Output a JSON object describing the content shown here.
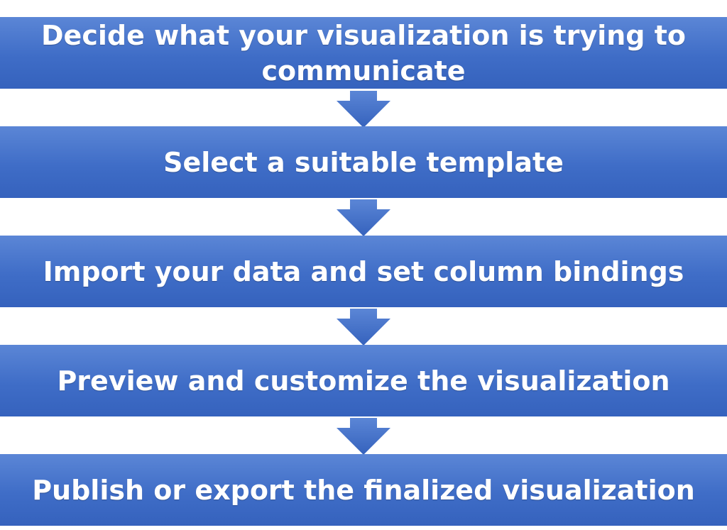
{
  "colors": {
    "box_top": "#5b86d6",
    "box_bottom": "#3562bd",
    "arrow": "#3f6dc7",
    "text": "#ffffff",
    "background": "#ffffff"
  },
  "steps": [
    {
      "label": "Decide what your visualization is trying to communicate"
    },
    {
      "label": "Select a suitable template"
    },
    {
      "label": "Import your data and set column bindings"
    },
    {
      "label": "Preview and customize the visualization"
    },
    {
      "label": "Publish or export the finalized visualization"
    }
  ],
  "connector_icon": "down-arrow-icon"
}
